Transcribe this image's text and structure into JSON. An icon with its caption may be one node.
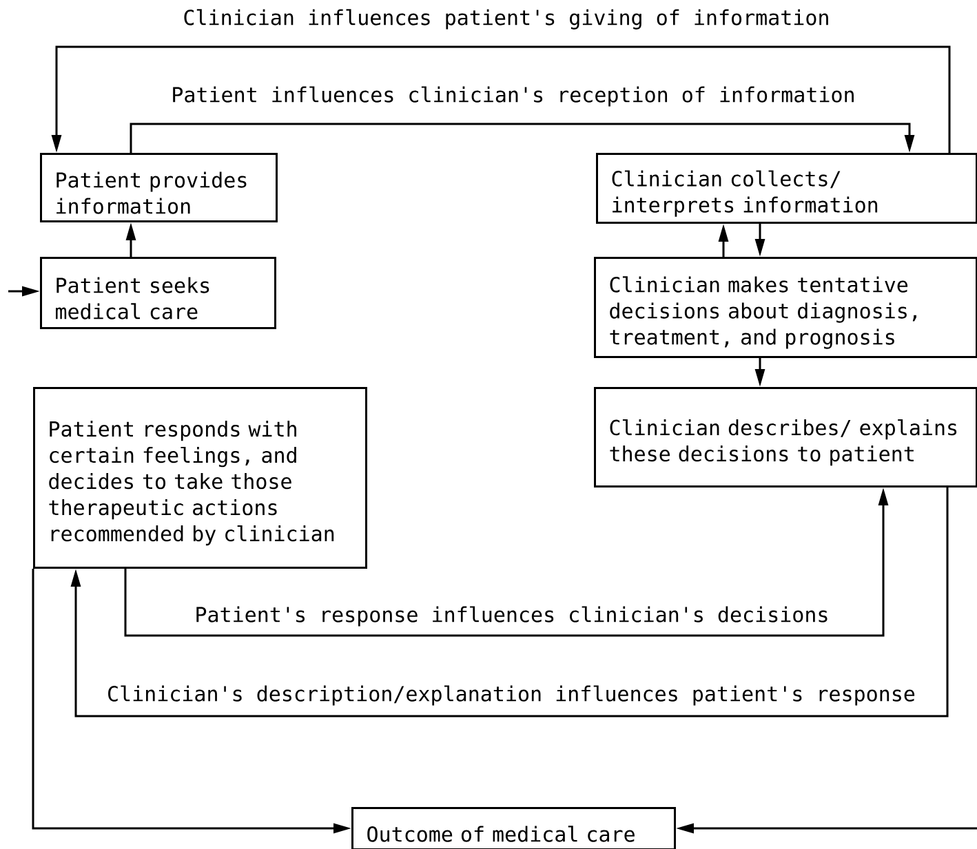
{
  "diagram": {
    "nodes": [
      {
        "text": [
          "Patient provides information"
        ]
      },
      {
        "text": [
          "Clinician collects/ interprets information"
        ]
      },
      {
        "text": [
          "Patient seeks medical care"
        ]
      },
      {
        "text": [
          "Clinician makes tentative decisions about diagnosis, treatment, and prognosis"
        ]
      },
      {
        "text": [
          "Clinician describes/ explains these decisions to patient"
        ]
      },
      {
        "text": [
          "Patient responds with certain feelings, and decides to take those therapeutic actions recommended by clinician"
        ]
      },
      {
        "text": [
          "Outcome of medical care"
        ]
      }
    ],
    "edges": [
      {
        "from": 1,
        "to": 0,
        "arrow": "to",
        "label": "Clinician influences patient's giving of information"
      },
      {
        "from": 0,
        "to": 1,
        "arrow": "to",
        "label": "Patient influences clinician's reception of information"
      },
      {
        "from": 2,
        "to": 0,
        "arrow": "to"
      },
      {
        "from": 1,
        "to": 3,
        "arrow": "to"
      },
      {
        "from": 3,
        "to": 1,
        "arrow": "to"
      },
      {
        "from": 3,
        "to": 4,
        "arrow": "to"
      },
      {
        "from": null,
        "to": 2,
        "arrow": "to"
      },
      {
        "from": 5,
        "to": 4,
        "arrow": "to",
        "label": "Patient's response influences clinician's decisions"
      },
      {
        "from": 4,
        "to": 5,
        "arrow": "to",
        "label": "Clinician's description/explanation influences patient's response"
      },
      {
        "from": 5,
        "to": 6,
        "arrow": "to"
      },
      {
        "from": null,
        "to": 6,
        "arrow": "to"
      }
    ]
  }
}
